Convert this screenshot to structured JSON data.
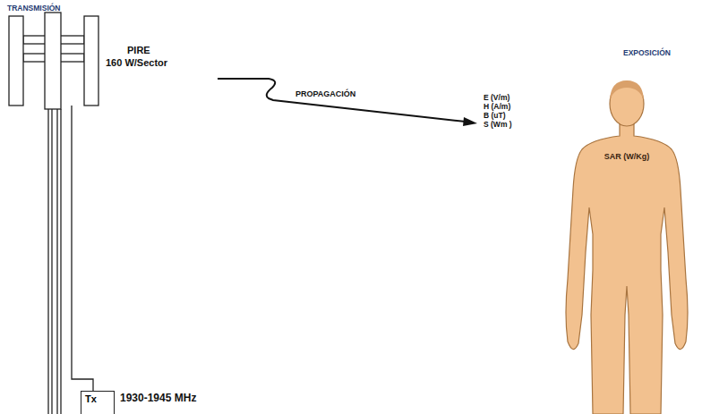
{
  "diagram": {
    "nodes": [
      {
        "text": [
          "Tx"
        ]
      },
      {
        "text": [
          "EXPOSICIÓN",
          "SAR (W/Kg)"
        ]
      }
    ],
    "labels": [
      "TRANSMISIÓN",
      "PIRE",
      "160 W/Sector",
      "PROPAGACIÓN",
      "E (V/m)",
      "H (A/m)",
      "B (uT)",
      "S (Wm )",
      "1930-1945 MHz"
    ]
  }
}
